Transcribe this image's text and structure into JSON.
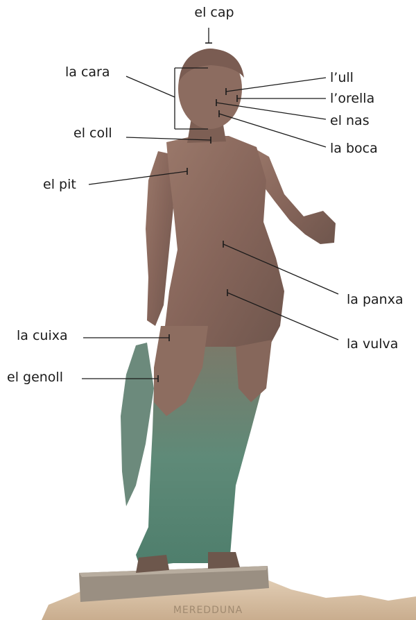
{
  "labels": {
    "cap": "el cap",
    "cara": "la cara",
    "ull": "l’ull",
    "orella": "l’orella",
    "nas": "el nas",
    "coll": "el coll",
    "boca": "la boca",
    "pit": "el pit",
    "panxa": "la panxa",
    "cuixa": "la cuixa",
    "vulva": "la vulva",
    "genoll": "el genoll"
  },
  "pedestal": {
    "inscription": "MEREDDUNA"
  },
  "colors": {
    "bronze": "#8a6a5e",
    "patina": "#5f8f7e",
    "rock": "#d8c2a8",
    "line": "#1a1a1a"
  }
}
